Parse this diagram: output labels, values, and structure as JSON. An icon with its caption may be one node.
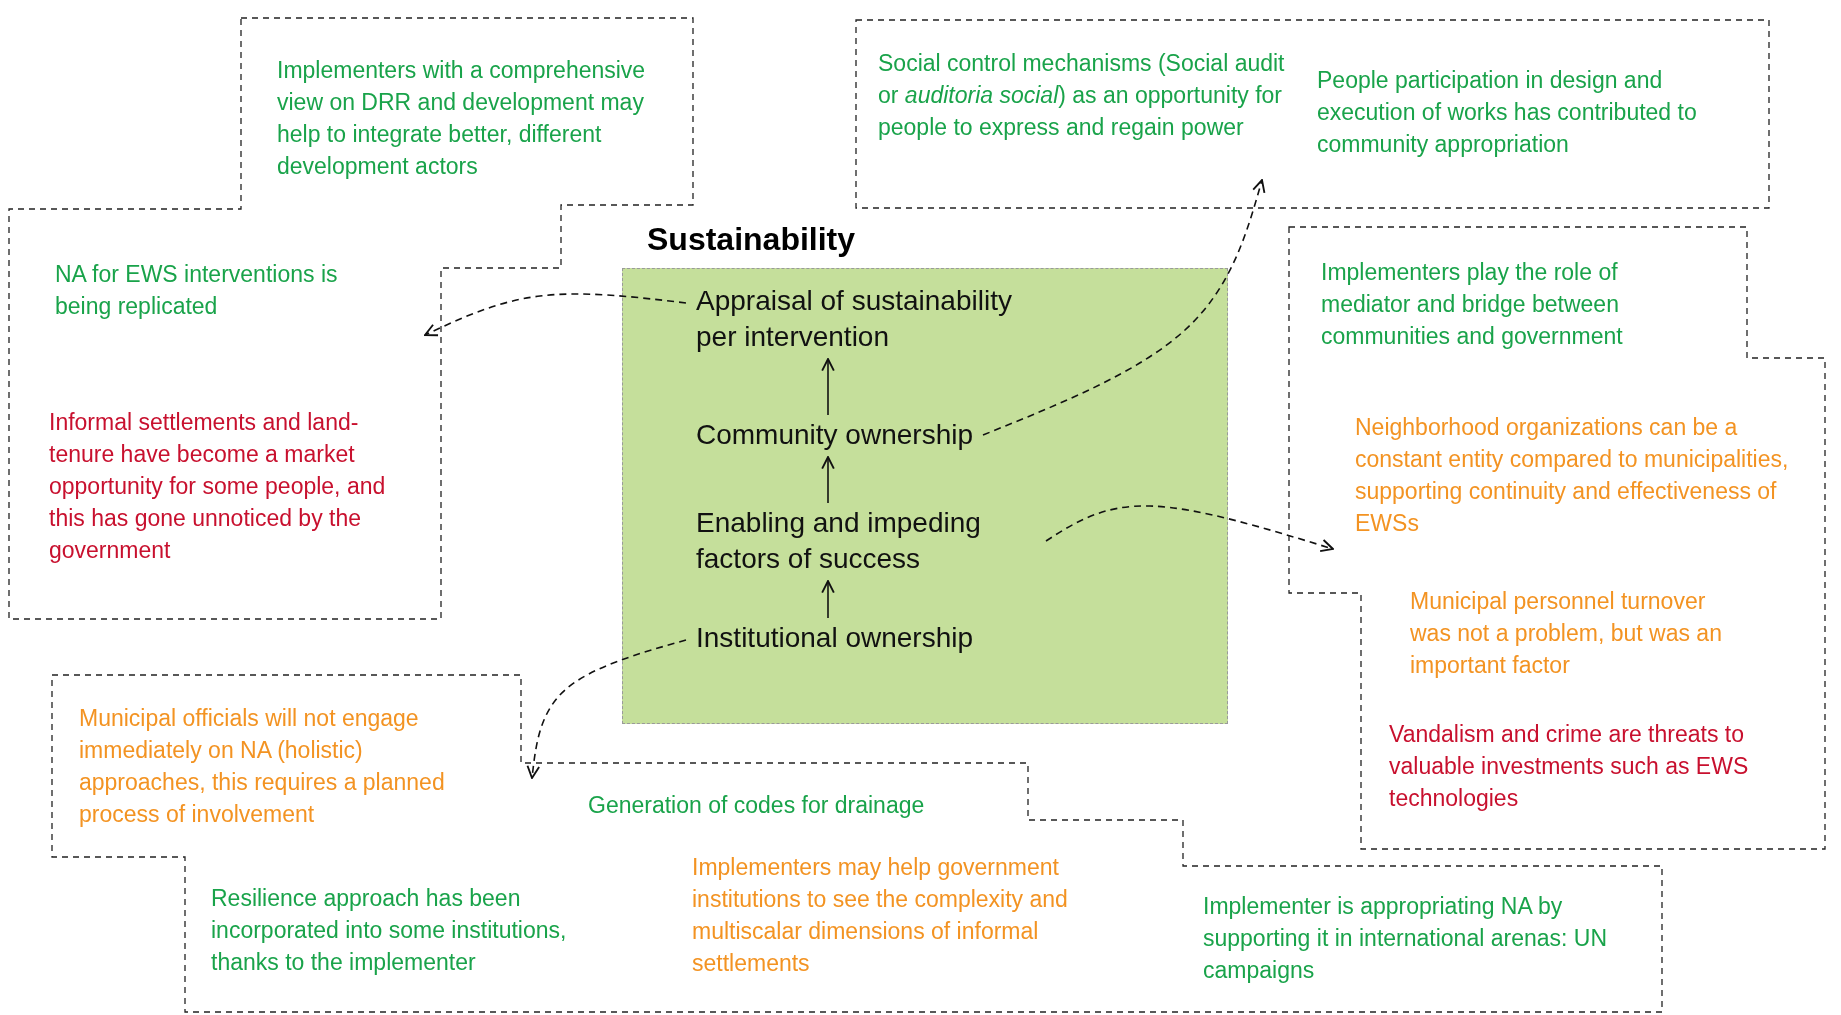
{
  "diagram": {
    "nodes": [
      {
        "text": [
          "Sustainability"
        ]
      },
      {
        "text": [
          "Appraisal of sustainability per intervention"
        ],
        "in": 0
      },
      {
        "text": [
          "Community ownership"
        ],
        "in": 0
      },
      {
        "text": [
          "Enabling and impeding factors of success"
        ],
        "in": 0
      },
      {
        "text": [
          "Institutional ownership"
        ],
        "in": 0
      },
      {
        "text": [],
        "shape": "box"
      },
      {
        "text": [
          "Implementers with a comprehensive view on DRR and development may help to integrate better, different development actors"
        ],
        "in": 5
      },
      {
        "text": [
          "NA for EWS interventions is being replicated"
        ],
        "in": 5
      },
      {
        "text": [
          "Informal settlements and land-tenure have become a market opportunity for some people, and this has gone unnoticed by the government"
        ],
        "in": 5
      },
      {
        "text": [],
        "shape": "box"
      },
      {
        "text": [
          "Social control mechanisms (Social audit or *auditoria social*) as an opportunity for people to express and regain power"
        ],
        "in": 9
      },
      {
        "text": [
          "People participation in design and execution of works has contributed to community appropriation"
        ],
        "in": 9
      },
      {
        "text": [],
        "shape": "box"
      },
      {
        "text": [
          "Implementers play the role of mediator and bridge between communities and government"
        ],
        "in": 12
      },
      {
        "text": [
          "Neighborhood organizations can be a constant entity compared to municipalities, supporting continuity and effectiveness of EWSs"
        ],
        "in": 12
      },
      {
        "text": [
          "Municipal personnel turnover was not a problem, but was an important factor"
        ],
        "in": 12
      },
      {
        "text": [
          "Vandalism and crime are threats to valuable investments such as EWS technologies"
        ],
        "in": 12
      },
      {
        "text": [],
        "shape": "box"
      },
      {
        "text": [
          "Municipal officials will not engage immediately on NA (holistic) approaches, this requires a planned process of involvement"
        ],
        "in": 17
      },
      {
        "text": [
          "Generation of codes for drainage"
        ],
        "in": 17
      },
      {
        "text": [
          "Resilience approach has been incorporated into some institutions, thanks to the implementer"
        ],
        "in": 17
      },
      {
        "text": [
          "Implementers may help government institutions to see the complexity and multiscalar dimensions of informal settlements"
        ],
        "in": 17
      },
      {
        "text": [
          "Implementer is appropriating NA by supporting it in international arenas: UN campaigns"
        ],
        "in": 17
      }
    ],
    "edges": [
      {
        "from": 2,
        "to": 1,
        "arrow": "to"
      },
      {
        "from": 3,
        "to": 2,
        "arrow": "to"
      },
      {
        "from": 4,
        "to": 3,
        "arrow": "to"
      },
      {
        "from": 1,
        "to": 5,
        "arrow": "to",
        "style": "dashed"
      },
      {
        "from": 2,
        "to": 9,
        "arrow": "to",
        "style": "dashed"
      },
      {
        "from": 3,
        "to": 12,
        "arrow": "to",
        "style": "dashed"
      },
      {
        "from": 4,
        "to": 17,
        "arrow": "to",
        "style": "dashed"
      }
    ]
  }
}
